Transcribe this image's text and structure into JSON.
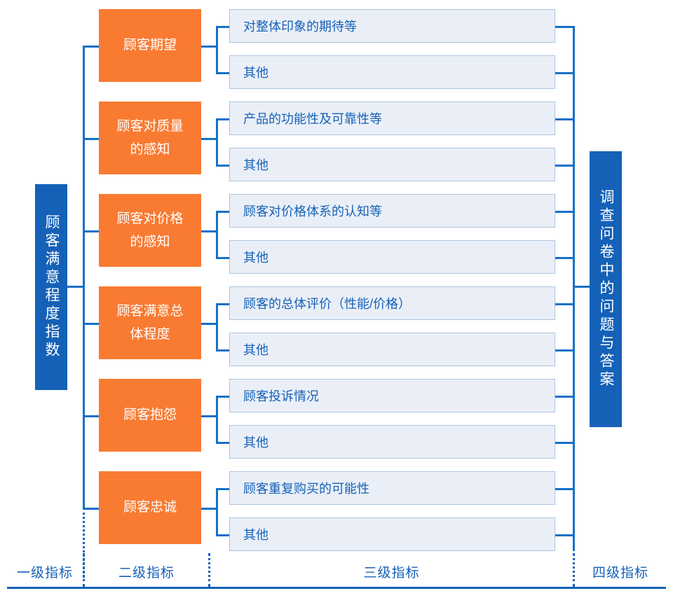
{
  "level1": {
    "label": "顾客满意程度指数",
    "color": "#1561b8"
  },
  "level4": {
    "label": "调查问卷中的问题与答案",
    "color": "#1561b8"
  },
  "level2": {
    "color": "#f97b32",
    "items": [
      {
        "label": "顾客期望"
      },
      {
        "label": "顾客对质量的感知"
      },
      {
        "label": "顾客对价格的感知"
      },
      {
        "label": "顾客满意总体程度"
      },
      {
        "label": "顾客抱怨"
      },
      {
        "label": "顾客忠诚"
      }
    ]
  },
  "level3": {
    "fill": "#eaeff7",
    "border": "#aec4e0",
    "text_color": "#1561b8",
    "items": [
      {
        "label": "对整体印象的期待等"
      },
      {
        "label": "其他"
      },
      {
        "label": "产品的功能性及可靠性等"
      },
      {
        "label": "其他"
      },
      {
        "label": "顾客对价格体系的认知等"
      },
      {
        "label": "其他"
      },
      {
        "label": "顾客的总体评价（性能/价格）"
      },
      {
        "label": "其他"
      },
      {
        "label": "顾客投诉情况"
      },
      {
        "label": "其他"
      },
      {
        "label": "顾客重复购买的可能性"
      },
      {
        "label": "其他"
      }
    ]
  },
  "legend": {
    "color": "#1561b8",
    "items": [
      {
        "label": "一级指标"
      },
      {
        "label": "二级指标"
      },
      {
        "label": "三级指标"
      },
      {
        "label": "四级指标"
      }
    ]
  },
  "connectors": {
    "color": "#1670c9"
  }
}
